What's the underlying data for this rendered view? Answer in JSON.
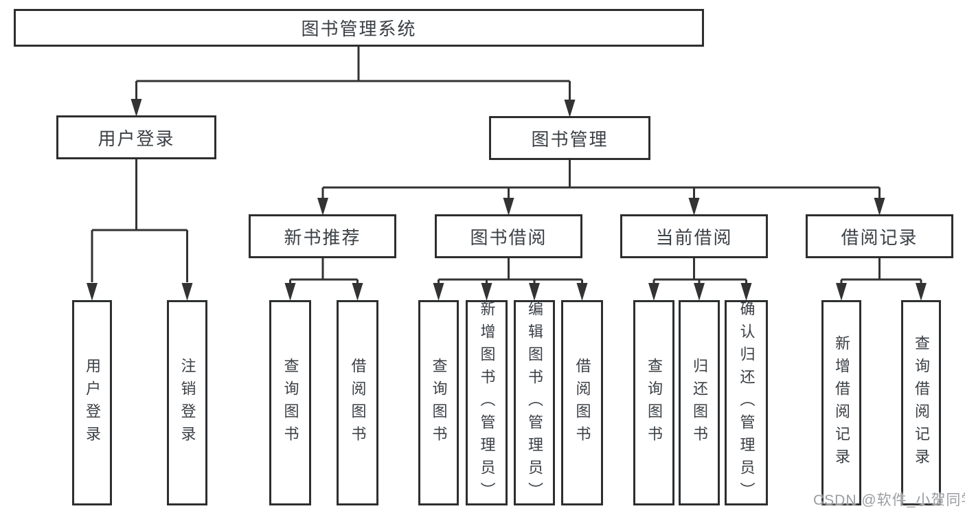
{
  "nodes": {
    "root": "图书管理系统",
    "user_login": "用户登录",
    "book_mgmt": "图书管理",
    "new_book_rec": "新书推荐",
    "book_borrowing": "图书借阅",
    "current_borrowing": "当前借阅",
    "borrowing_records": "借阅记录",
    "ul_user_login": "用户登录",
    "ul_logout": "注销登录",
    "nb_query_books": "查询图书",
    "nb_borrow_books": "借阅图书",
    "bb_query_books": "查询图书",
    "bb_add_books_admin": "新增图书（管理员）",
    "bb_edit_books_admin": "编辑图书（管理员）",
    "bb_borrow_books": "借阅图书",
    "cb_query_books": "查询图书",
    "cb_return_books": "归还图书",
    "cb_confirm_return_admin": "确认归还（管理员）",
    "br_add_record": "新增借阅记录",
    "br_query_record": "查询借阅记录"
  },
  "hierarchy": {
    "图书管理系统": {
      "用户登录": [
        "用户登录",
        "注销登录"
      ],
      "图书管理": {
        "新书推荐": [
          "查询图书",
          "借阅图书"
        ],
        "图书借阅": [
          "查询图书",
          "新增图书（管理员）",
          "编辑图书（管理员）",
          "借阅图书"
        ],
        "当前借阅": [
          "查询图书",
          "归还图书",
          "确认归还（管理员）"
        ],
        "借阅记录": [
          "新增借阅记录",
          "查询借阅记录"
        ]
      }
    }
  },
  "watermark": "CSDN @软件_小贺同学",
  "colors": {
    "background": "#ffffff",
    "box_border": "#2d2e30",
    "connector": "#333333",
    "text": "#3b4045",
    "watermark_text": "#9a9da1"
  }
}
